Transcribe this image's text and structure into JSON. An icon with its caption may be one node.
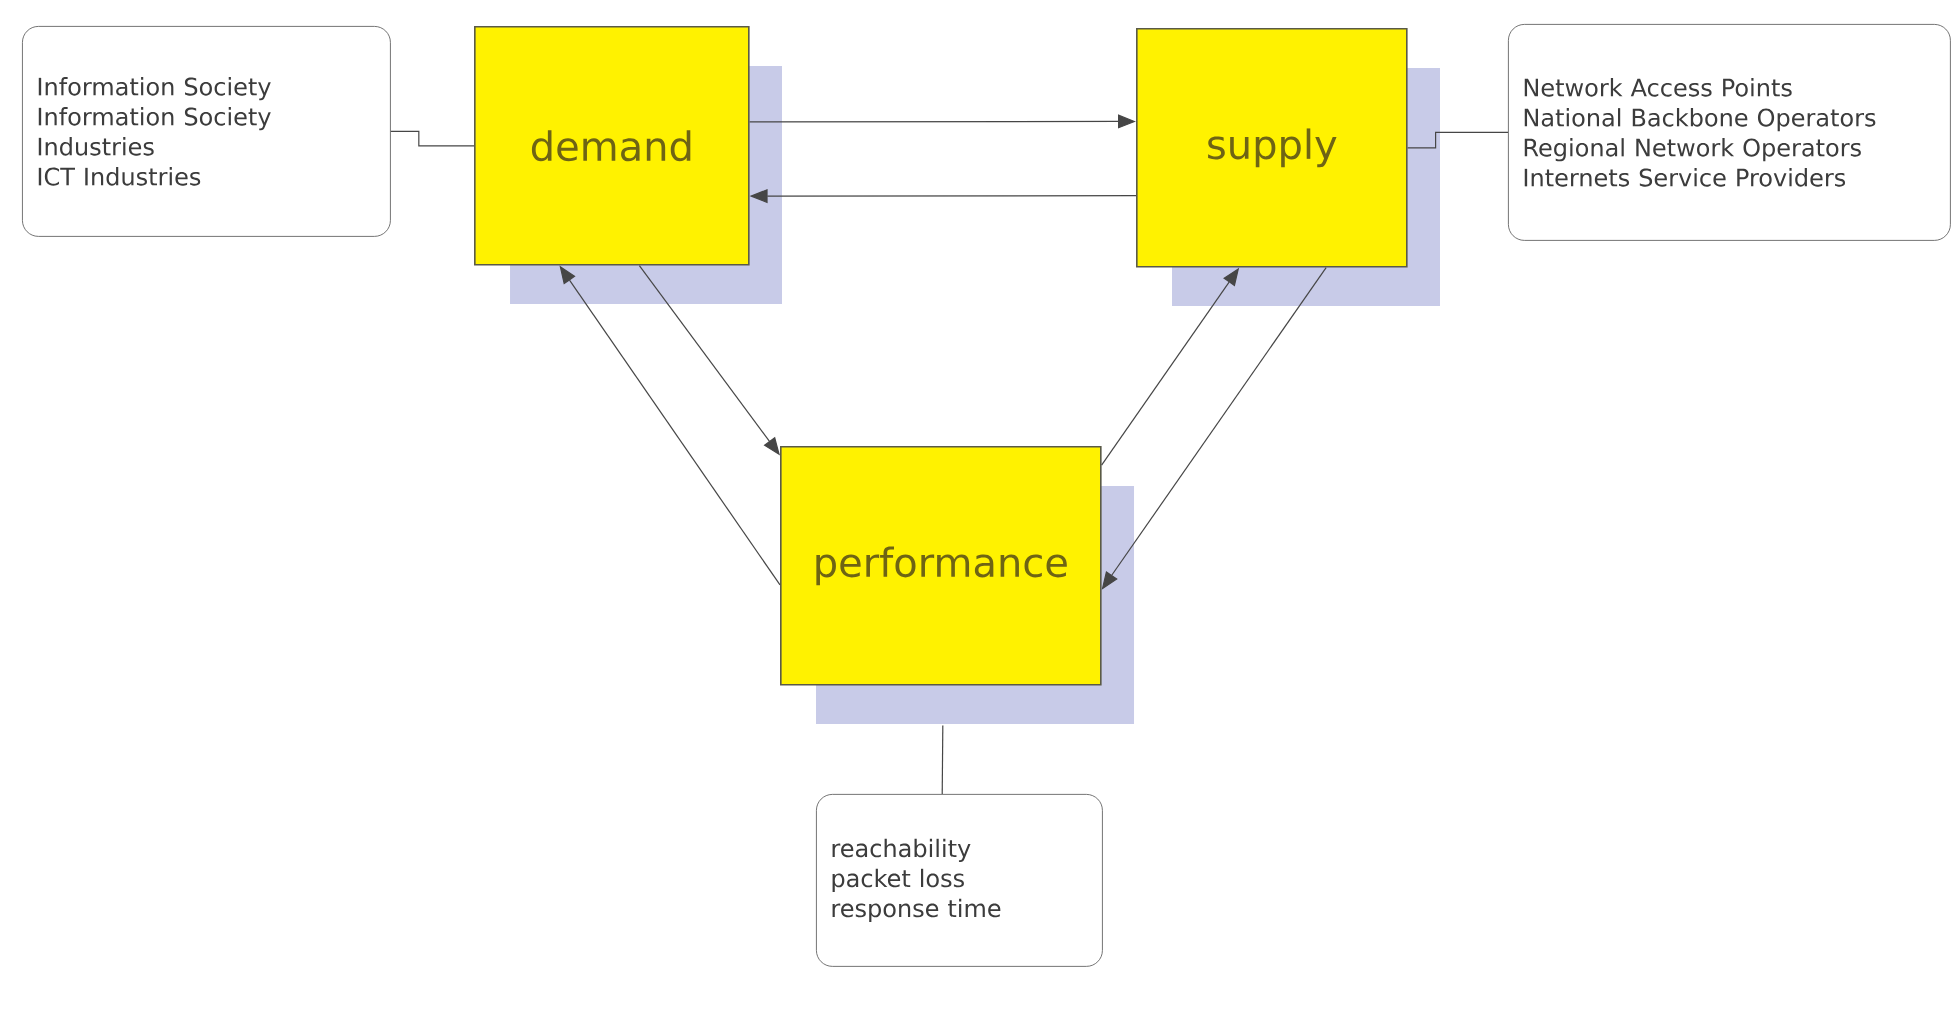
{
  "diagram": {
    "nodes": [
      {
        "text": [
          "Information Society",
          "Information Society Industries",
          "ICT Industries"
        ]
      },
      {
        "text": [
          "demand"
        ]
      },
      {
        "text": [
          "supply"
        ]
      },
      {
        "text": [
          "Network Access Points",
          "National Backbone Operators",
          "Regional Network Operators",
          "Internets Service Providers"
        ]
      },
      {
        "text": [
          "performance"
        ]
      },
      {
        "text": [
          "reachability",
          "packet loss",
          "response time"
        ]
      }
    ],
    "edges": [
      {
        "from": 1,
        "to": 2,
        "arrow": "to"
      },
      {
        "from": 2,
        "to": 1,
        "arrow": "to"
      },
      {
        "from": 1,
        "to": 4,
        "arrow": "to"
      },
      {
        "from": 4,
        "to": 1,
        "arrow": "to"
      },
      {
        "from": 4,
        "to": 2,
        "arrow": "to"
      },
      {
        "from": 2,
        "to": 4,
        "arrow": "to"
      },
      {
        "from": 0,
        "to": 1,
        "arrow": "none"
      },
      {
        "from": 2,
        "to": 3,
        "arrow": "none"
      },
      {
        "from": 4,
        "to": 5,
        "arrow": "none"
      }
    ]
  }
}
